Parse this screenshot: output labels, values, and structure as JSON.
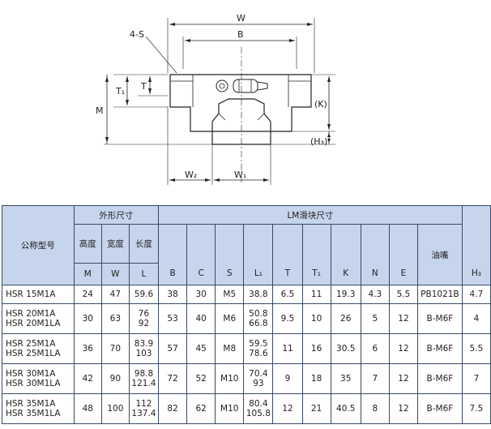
{
  "drawing": {
    "labels": {
      "W": "W",
      "B": "B",
      "S": "4-S",
      "T1": "T₁",
      "T": "T",
      "M": "M",
      "K": "(K)",
      "H3": "(H₃)",
      "W2": "W₂",
      "W1": "W₁"
    }
  },
  "table": {
    "headers": {
      "model": "公称型号",
      "outline": "外形尺寸",
      "block": "LM滑块尺寸",
      "height": "高度",
      "width": "宽度",
      "length": "长度",
      "nipple": "油嘴",
      "sym_M": "M",
      "sym_W": "W",
      "sym_L": "L",
      "sym_B": "B",
      "sym_C": "C",
      "sym_S": "S",
      "sym_L1": "L₁",
      "sym_T": "T",
      "sym_T1": "T₁",
      "sym_K": "K",
      "sym_N": "N",
      "sym_E": "E",
      "sym_H3": "H₃"
    },
    "rows": [
      {
        "model1": "HSR 15M1A",
        "model2": "",
        "M": "24",
        "W": "47",
        "L1": "59.6",
        "L2": "",
        "B": "38",
        "C": "30",
        "S": "M5",
        "Lb1": "38.8",
        "Lb2": "",
        "T": "6.5",
        "T1": "11",
        "K": "19.3",
        "N": "4.3",
        "E": "5.5",
        "nipple": "PB1021B",
        "H3": "4.7"
      },
      {
        "model1": "HSR 20M1A",
        "model2": "HSR 20M1LA",
        "M": "30",
        "W": "63",
        "L1": "76",
        "L2": "92",
        "B": "53",
        "C": "40",
        "S": "M6",
        "Lb1": "50.8",
        "Lb2": "66.8",
        "T": "9.5",
        "T1": "10",
        "K": "26",
        "N": "5",
        "E": "12",
        "nipple": "B-M6F",
        "H3": "4"
      },
      {
        "model1": "HSR 25M1A",
        "model2": "HSR 25M1LA",
        "M": "36",
        "W": "70",
        "L1": "83.9",
        "L2": "103",
        "B": "57",
        "C": "45",
        "S": "M8",
        "Lb1": "59.5",
        "Lb2": "78.6",
        "T": "11",
        "T1": "16",
        "K": "30.5",
        "N": "6",
        "E": "12",
        "nipple": "B-M6F",
        "H3": "5.5"
      },
      {
        "model1": "HSR 30M1A",
        "model2": "HSR 30M1LA",
        "M": "42",
        "W": "90",
        "L1": "98.8",
        "L2": "121.4",
        "B": "72",
        "C": "52",
        "S": "M10",
        "Lb1": "70.4",
        "Lb2": "93",
        "T": "9",
        "T1": "18",
        "K": "35",
        "N": "7",
        "E": "12",
        "nipple": "B-M6F",
        "H3": "7"
      },
      {
        "model1": "HSR 35M1A",
        "model2": "HSR 35M1LA",
        "M": "48",
        "W": "100",
        "L1": "112",
        "L2": "137.4",
        "B": "82",
        "C": "62",
        "S": "M10",
        "Lb1": "80.4",
        "Lb2": "105.8",
        "T": "12",
        "T1": "21",
        "K": "40.5",
        "N": "8",
        "E": "12",
        "nipple": "B-M6F",
        "H3": "7.5"
      }
    ]
  }
}
